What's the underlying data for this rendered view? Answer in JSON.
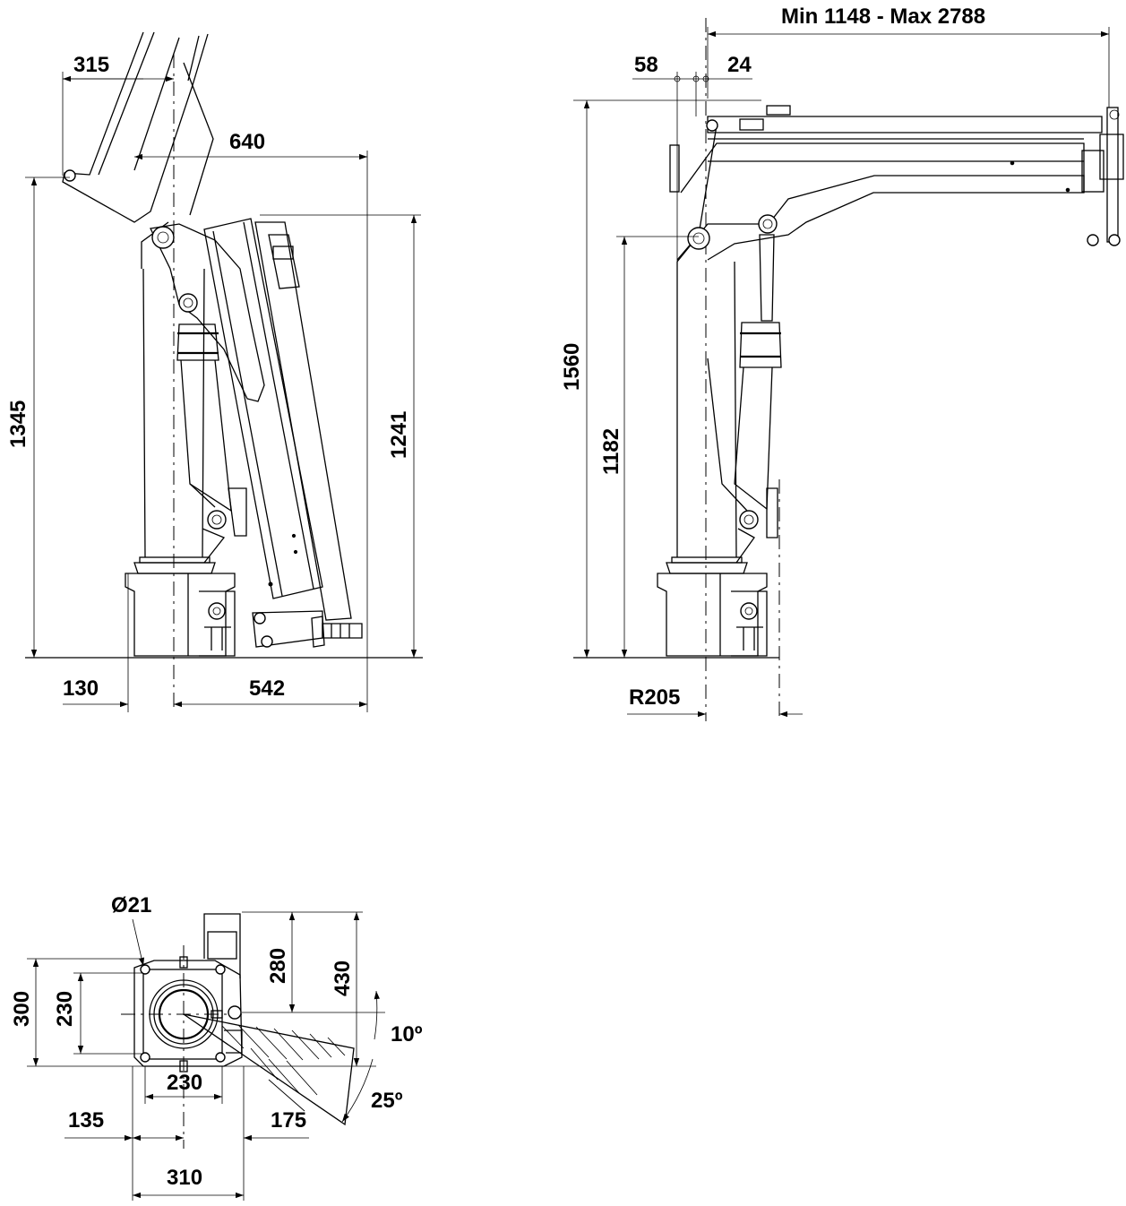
{
  "side_view": {
    "label_315": "315",
    "label_640": "640",
    "label_1345": "1345",
    "label_1241": "1241",
    "label_130": "130",
    "label_542": "542"
  },
  "extended_view": {
    "label_reach": "Min 1148 - Max 2788",
    "label_58": "58",
    "label_24": "24",
    "label_1560": "1560",
    "label_1182": "1182",
    "label_r205": "R205"
  },
  "base_plan": {
    "label_hole": "Ø21",
    "label_280": "280",
    "label_430": "430",
    "label_300": "300",
    "label_230_vertical": "230",
    "label_230_horizontal": "230",
    "label_10deg": "10º",
    "label_25deg": "25º",
    "label_135": "135",
    "label_175": "175",
    "label_310": "310"
  },
  "colors": {
    "line": "#000000",
    "background": "#ffffff"
  }
}
